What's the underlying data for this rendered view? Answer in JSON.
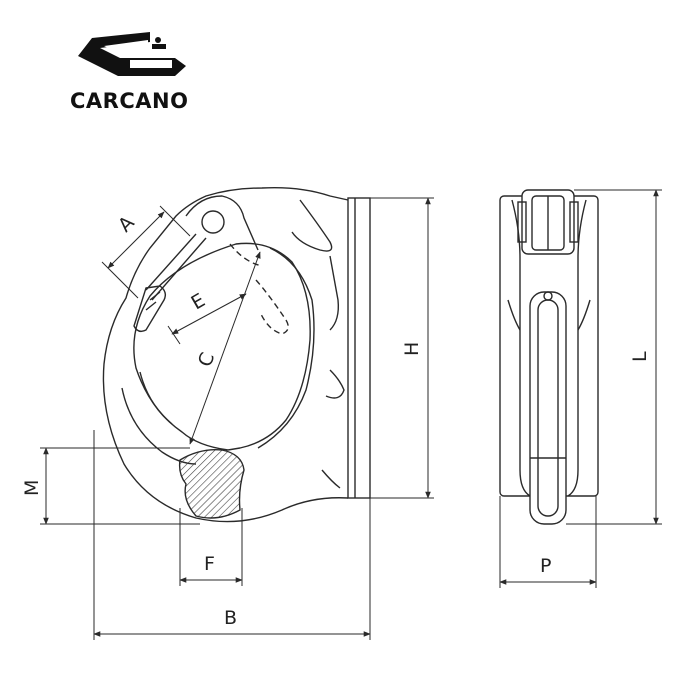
{
  "brand": {
    "name": "CARCANO",
    "logo_icon": "carcano-logo-icon"
  },
  "drawing": {
    "colors": {
      "line": "#2a2a2a",
      "hatch": "#444444",
      "logo": "#111111"
    },
    "dimensions": {
      "A": "A",
      "B": "B",
      "C": "C",
      "E": "E",
      "F": "F",
      "H": "H",
      "L": "L",
      "M": "M",
      "P": "P"
    }
  }
}
